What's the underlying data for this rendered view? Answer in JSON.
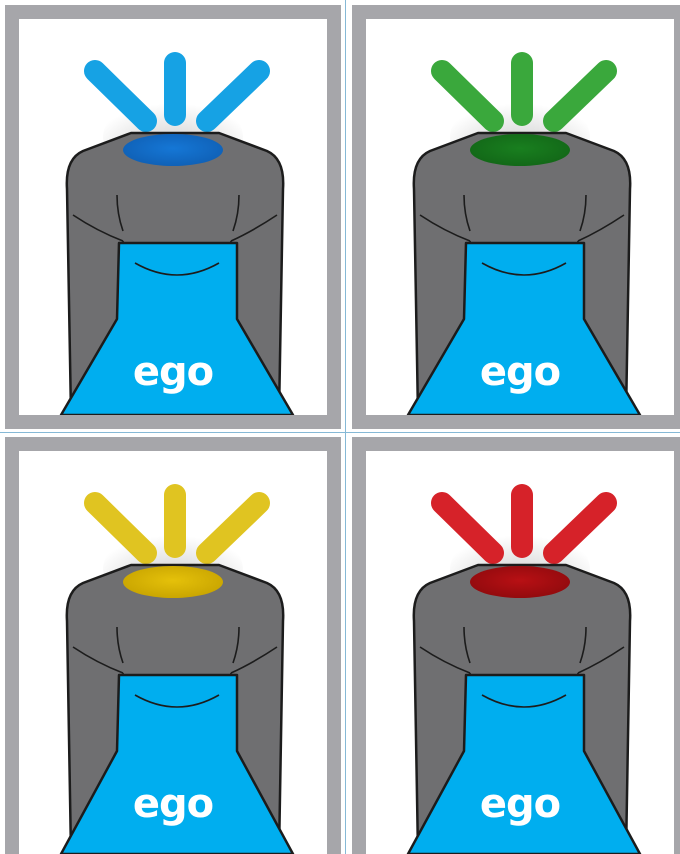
{
  "brand": {
    "logo_text": "ego"
  },
  "colors": {
    "frame": "#a6a6aa",
    "divider": "#86b9d6",
    "housing": "#6f6f71",
    "housing_stroke": "#1c1c1c",
    "body_blue": "#00aeef",
    "logo": "#ffffff",
    "glow": "#dcdcdc"
  },
  "panels": [
    {
      "id": "blue",
      "state": "blue light",
      "ray_color": "#16a2e4",
      "lens_color": "#1577d6",
      "lens_dark": "#0f5fb4"
    },
    {
      "id": "green",
      "state": "green light",
      "ray_color": "#3aa83c",
      "lens_color": "#197f1f",
      "lens_dark": "#126617"
    },
    {
      "id": "yellow",
      "state": "yellow light",
      "ray_color": "#e0c421",
      "lens_color": "#e5c10a",
      "lens_dark": "#c7a300"
    },
    {
      "id": "red",
      "state": "red light",
      "ray_color": "#d62229",
      "lens_color": "#b81014",
      "lens_dark": "#8f0a0d"
    }
  ]
}
